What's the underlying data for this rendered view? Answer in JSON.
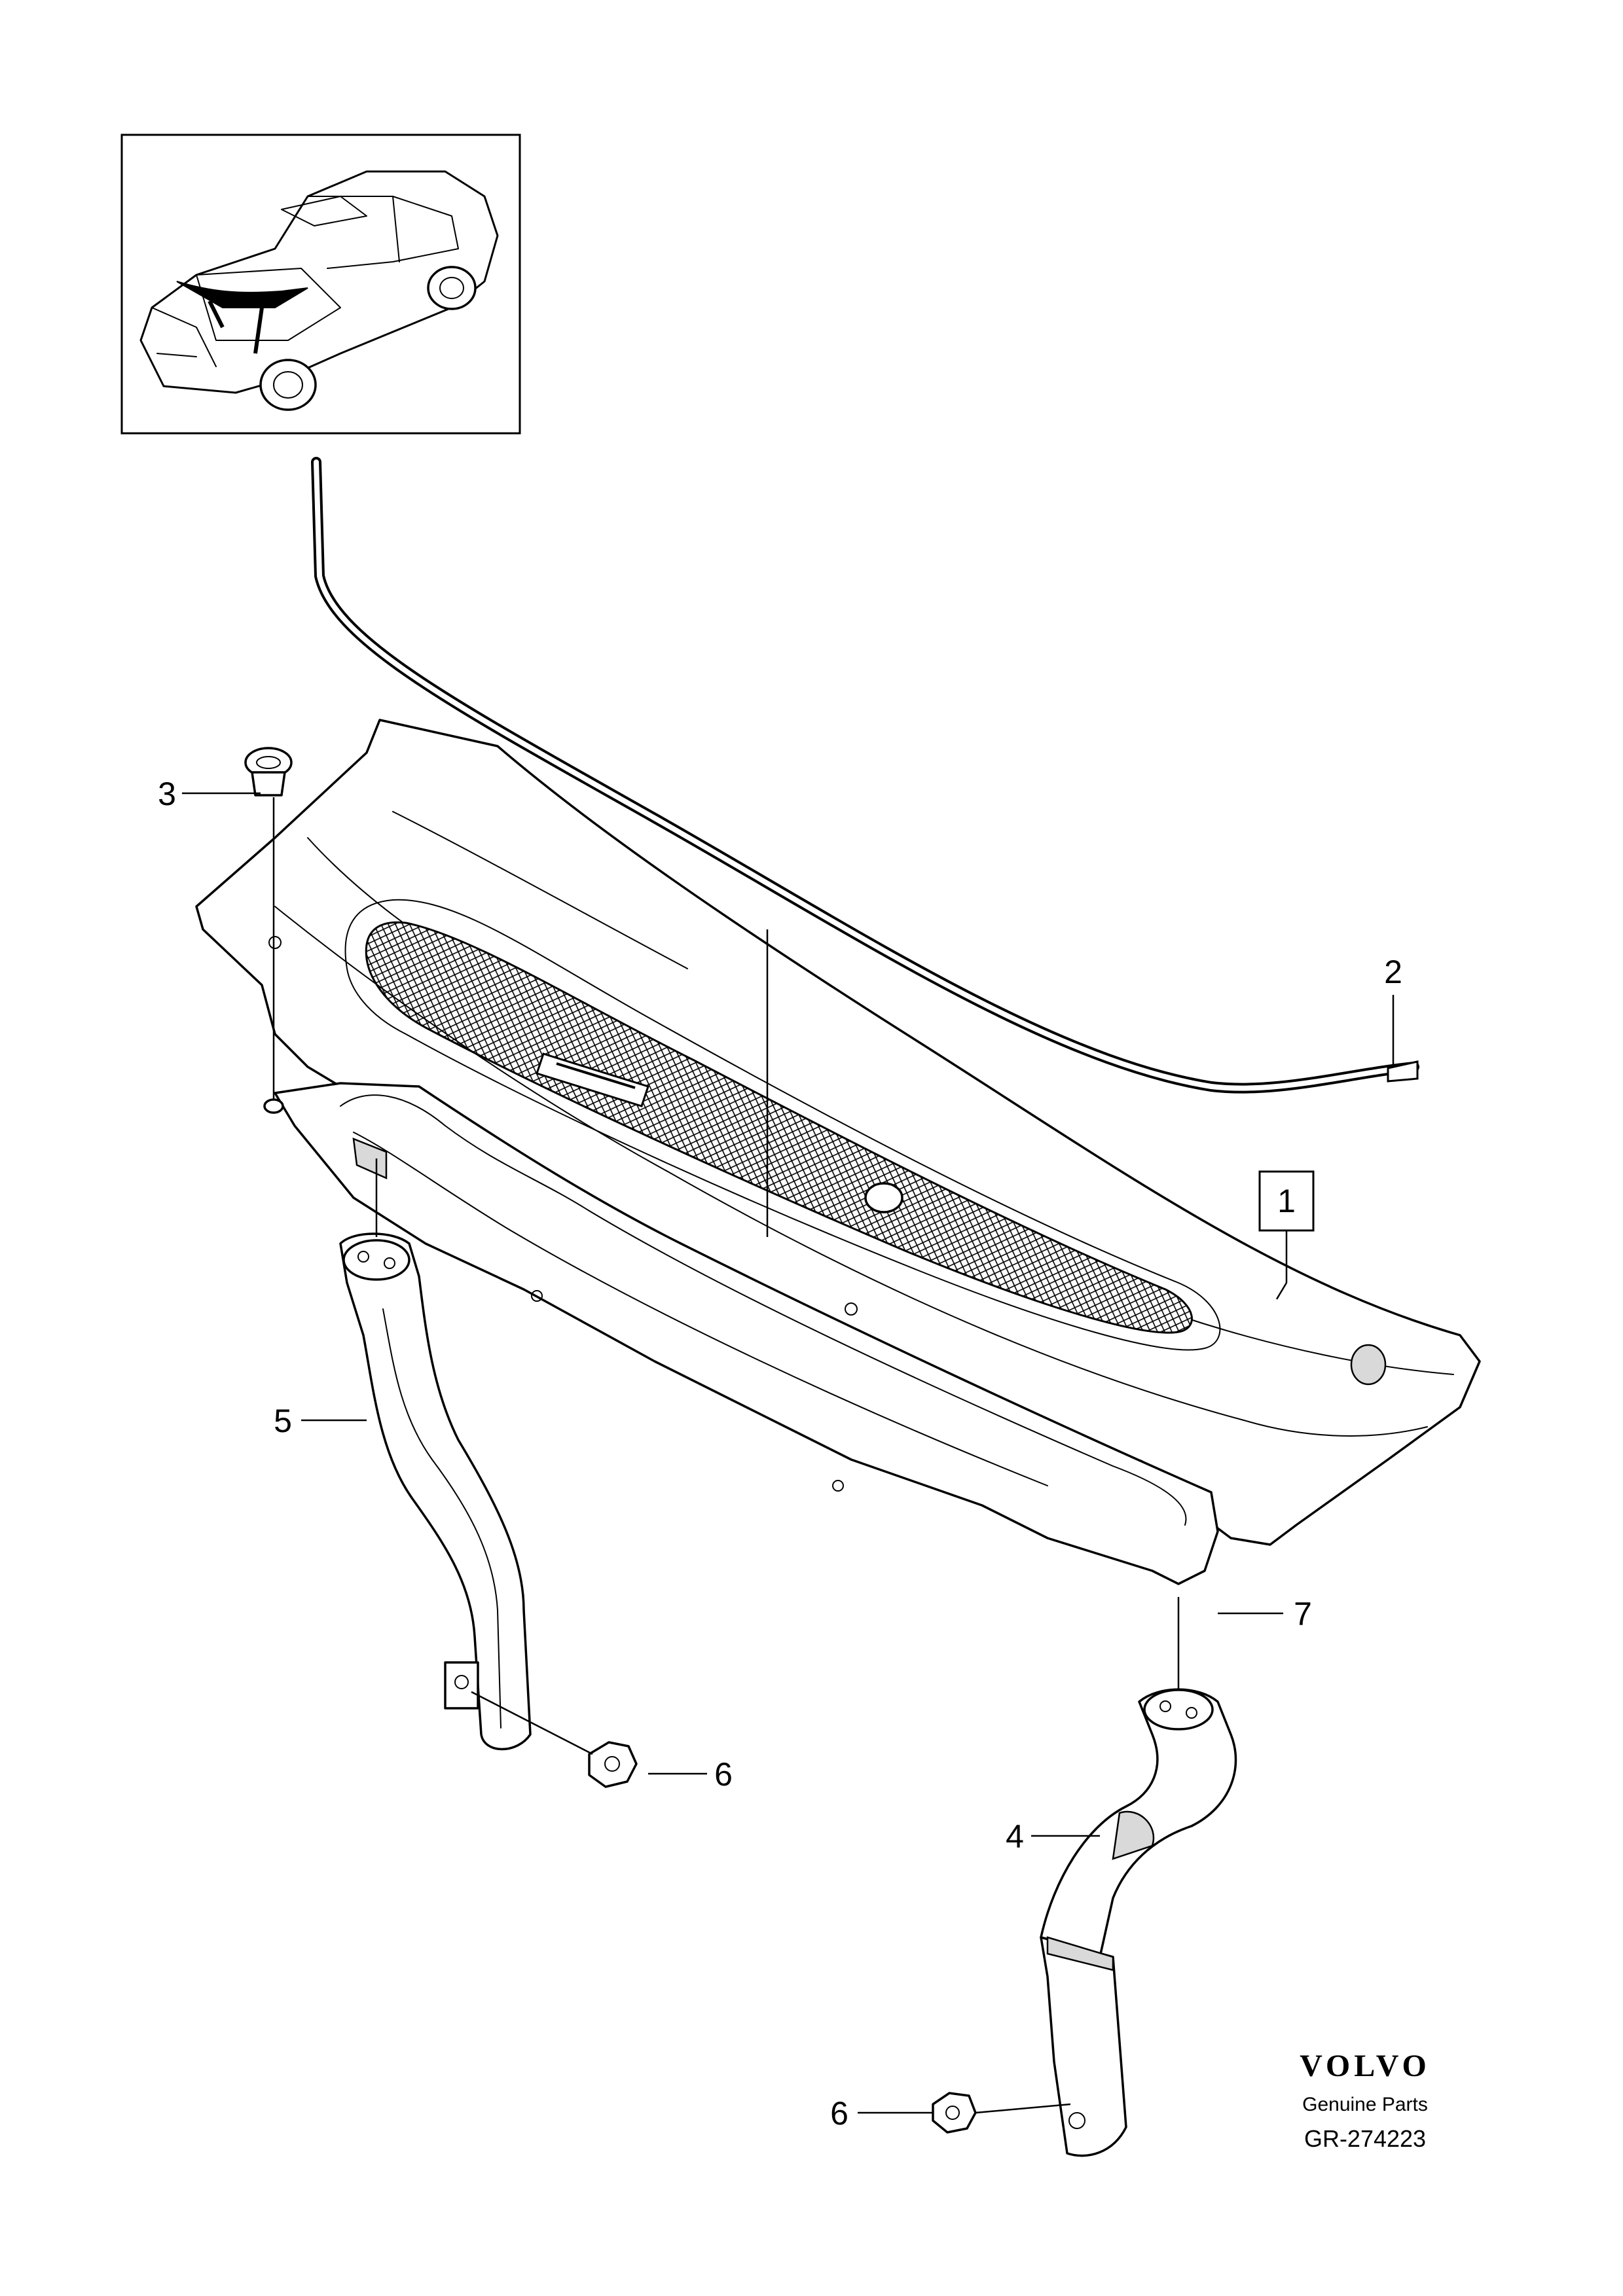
{
  "callouts": {
    "c1": "1",
    "c2": "2",
    "c3": "3",
    "c4": "4",
    "c5": "5",
    "c6a": "6",
    "c6b": "6",
    "c7": "7"
  },
  "brand": {
    "logo": "VOLVO",
    "subtitle": "Genuine Parts",
    "reference": "GR-274223"
  },
  "colors": {
    "line": "#000000",
    "background": "#ffffff",
    "shading": "#d9d9d9"
  }
}
